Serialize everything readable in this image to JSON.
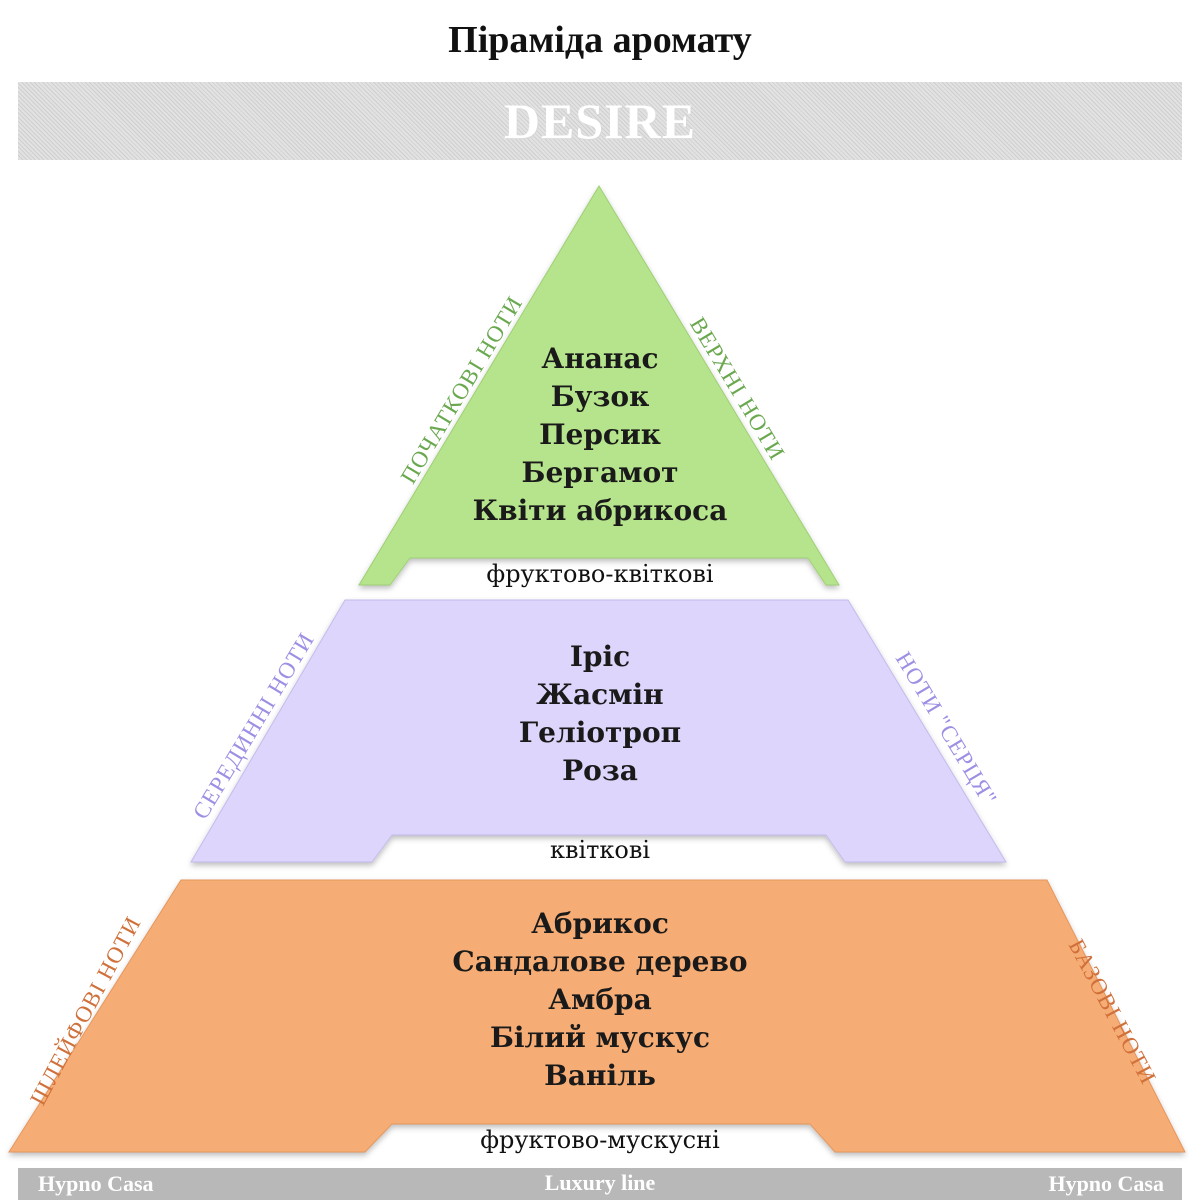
{
  "title": "Піраміда аромату",
  "banner": {
    "text": "DESIRE"
  },
  "tiers": {
    "top": {
      "notes": [
        "Ананас",
        "Бузок",
        "Персик",
        "Бергамот",
        "Квіти абрикоса"
      ],
      "caption": "фруктово-квіткові",
      "left_label": "ПОЧАТКОВІ НОТИ",
      "right_label": "ВЕРХНІ НОТИ",
      "fill": "#b5e48c",
      "label_color": "#6aa84f"
    },
    "middle": {
      "notes": [
        "Іріс",
        "Жасмін",
        "Геліотроп",
        "Роза"
      ],
      "caption": "квіткові",
      "left_label": "СЕРЕДИННІ НОТИ",
      "right_label": "НОТИ \"СЕРЦЯ\"",
      "fill": "#ddd5fb",
      "label_color": "#9d8fe3"
    },
    "bottom": {
      "notes": [
        "Абрикос",
        "Сандалове дерево",
        "Амбра",
        "Білий мускус",
        "Ваніль"
      ],
      "caption": "фруктово-мускусні",
      "left_label": "ШЛЕЙФОВІ НОТИ",
      "right_label": "БАЗОВІ НОТИ",
      "fill": "#f6ad75",
      "label_color": "#d0703a"
    }
  },
  "footer": {
    "left": "Hypno Casa",
    "center": "Luxury line",
    "right": "Hypno Casa"
  }
}
